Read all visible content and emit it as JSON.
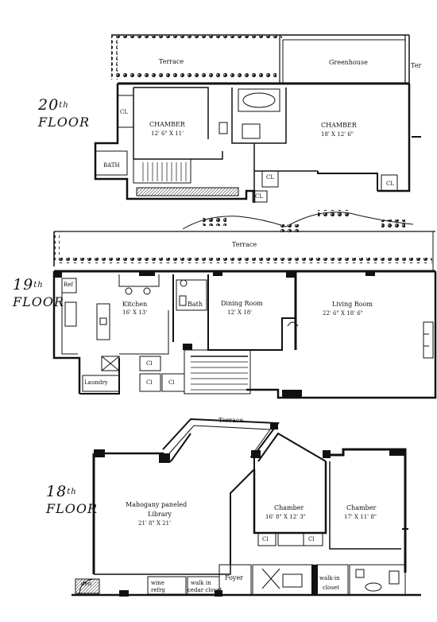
{
  "floors": {
    "f20": {
      "label_num": "20",
      "label_sup": "th",
      "label_word": "FLOOR",
      "rooms": {
        "terrace": "Terrace",
        "greenhouse": "Greenhouse",
        "ter": "Ter",
        "chamber_left": "CHAMBER",
        "chamber_left_dim": "12' 6\" X 11'",
        "chamber_right": "CHAMBER",
        "chamber_right_dim": "18' X 12' 6\"",
        "bath": "BATH",
        "cl_1": "CL",
        "cl_2": "CL",
        "cl_3": "CL",
        "cl_4": "CL"
      }
    },
    "f19": {
      "label_num": "19",
      "label_sup": "th",
      "label_word": "FLOOR",
      "rooms": {
        "terrace": "Terrace",
        "kitchen": "Kitchen",
        "kitchen_dim": "16' X 13'",
        "bath": "Bath",
        "dining": "Dining Room",
        "dining_dim": "12' X 18'",
        "living": "Living Room",
        "living_dim": "22' 6\" X 18' 6\"",
        "laundry": "Laundry",
        "ref": "Ref",
        "cl_1": "Cl",
        "cl_2": "Cl",
        "cl_3": "Cl"
      }
    },
    "f18": {
      "label_num": "18",
      "label_sup": "th",
      "label_word": "FLOOR",
      "rooms": {
        "terrace": "Terrace",
        "library_1": "Mahogany paneled",
        "library_2": "Library",
        "library_dim": "21' 8\" X 21'",
        "chamber_mid": "Chamber",
        "chamber_mid_dim": "16' 8\" X 12' 3\"",
        "chamber_right": "Chamber",
        "chamber_right_dim": "17' X 11' 8\"",
        "cl_1": "Cl",
        "cl_2": "Cl",
        "foyer": "Foyer",
        "wine_1": "wine",
        "wine_2": "refrg",
        "walkin_cedar_1": "walk in",
        "walkin_cedar_2": "cedar closet",
        "walkin_closet_1": "walk-in",
        "walkin_closet_2": "closet",
        "elev": "den"
      }
    }
  }
}
